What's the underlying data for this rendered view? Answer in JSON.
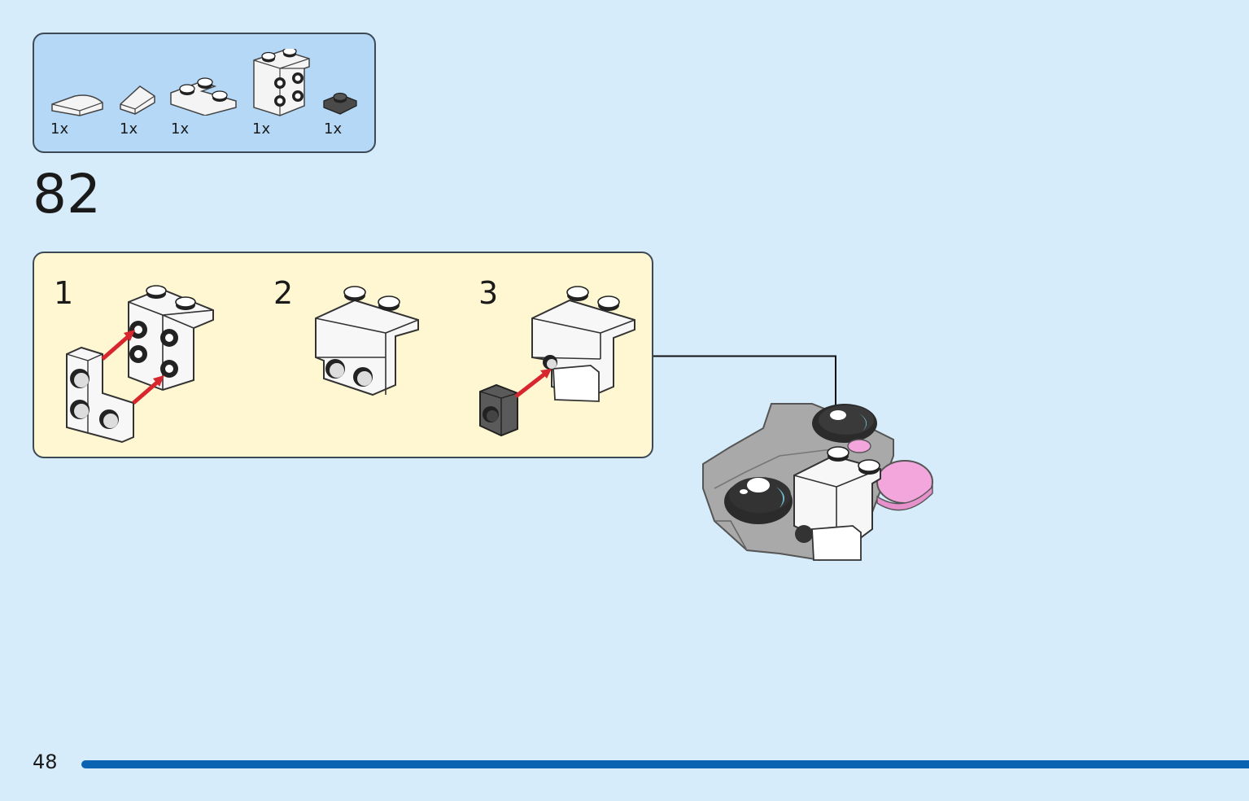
{
  "parts_list": {
    "items": [
      {
        "qty": "1x",
        "icon": "white-curved-slope-icon"
      },
      {
        "qty": "1x",
        "icon": "white-slope-icon"
      },
      {
        "qty": "1x",
        "icon": "white-corner-plate-icon"
      },
      {
        "qty": "1x",
        "icon": "white-bracket-icon"
      },
      {
        "qty": "1x",
        "icon": "dark-gray-round-stud-plate-icon"
      }
    ]
  },
  "step": {
    "number": "82"
  },
  "substeps": [
    {
      "label": "1"
    },
    {
      "label": "2"
    },
    {
      "label": "3"
    }
  ],
  "colors": {
    "background": "#d6ecfa",
    "parts_panel": "#b4d8f6",
    "substep_panel": "#fff7d2",
    "arrow": "#d7262d",
    "page_bar": "#0a63b0"
  },
  "footer": {
    "page_number": "48"
  }
}
